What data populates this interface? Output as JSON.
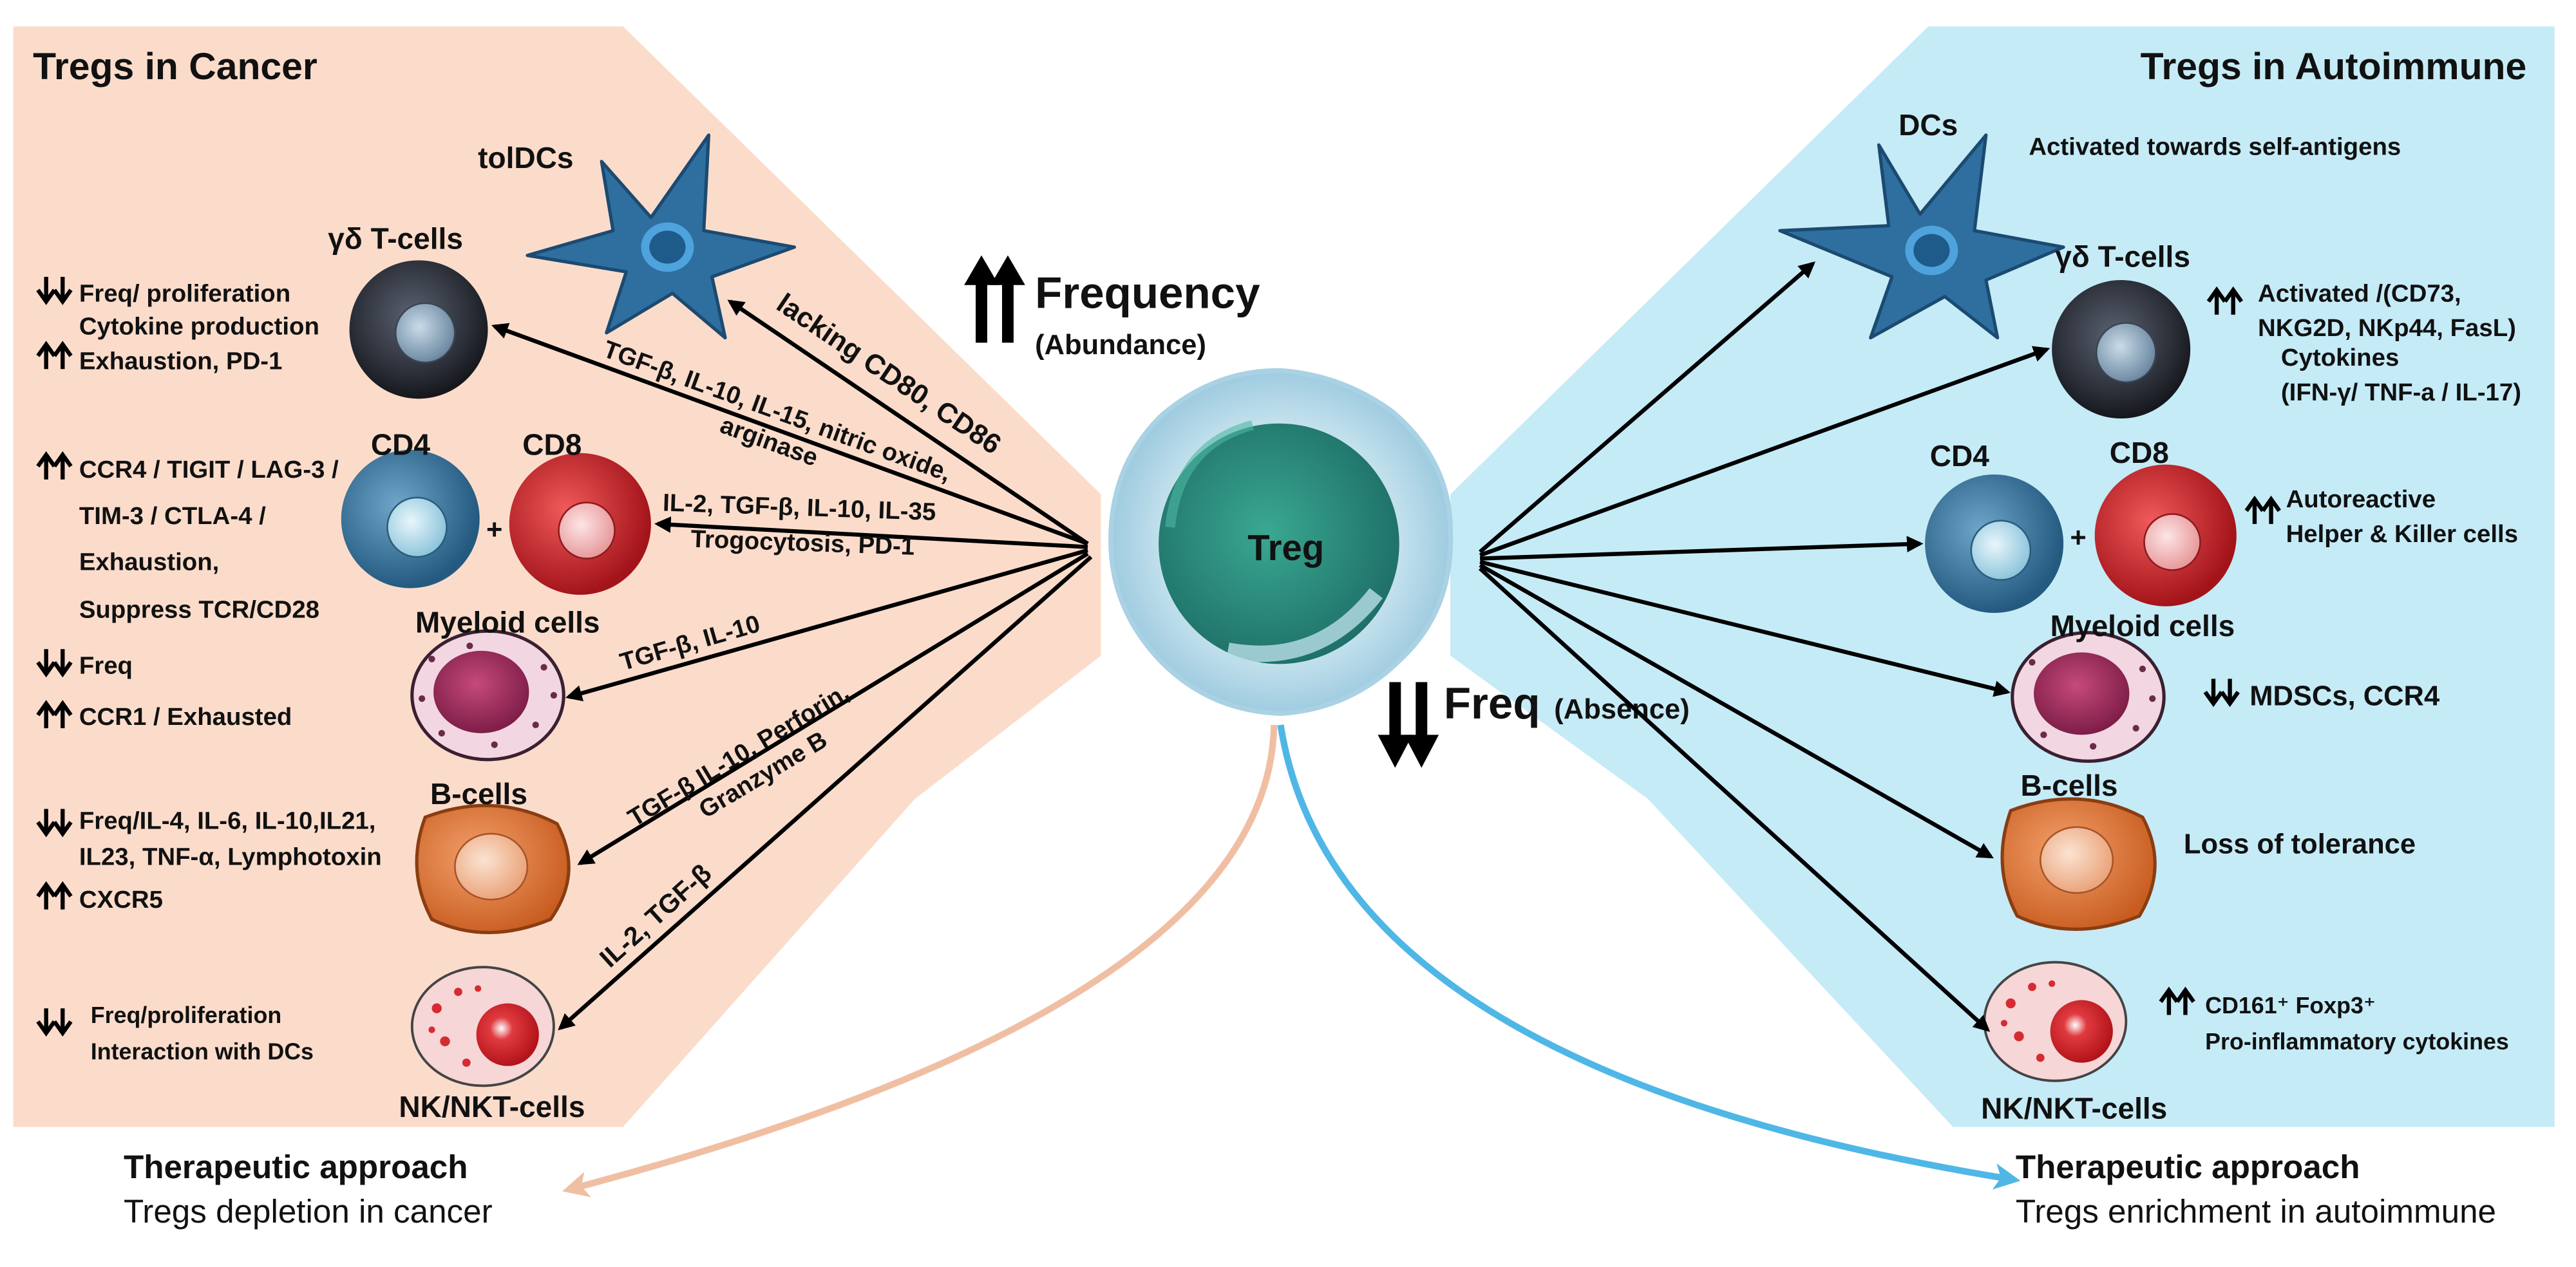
{
  "colors": {
    "cancer_panel": "#fbdccb",
    "autoimmune_panel": "#c5ebf7",
    "dc_blue": "#2e6fa0",
    "gd_dark": "#2b2f38",
    "cd4_blue": "#3a7ba6",
    "cd8_red": "#c81e24",
    "myeloid_pink": "#f2d7e2",
    "bcell_orange": "#dc7434",
    "nk_pink": "#f6d6d6",
    "treg_green": "#2d8f7c",
    "arrow_peach": "#f0bfa3",
    "arrow_blue": "#4fb7e6"
  },
  "left_panel": {
    "title": "Tregs in Cancer",
    "cells": {
      "toldcs": "tolDCs",
      "gd": "γδ T-cells",
      "cd4": "CD4",
      "cd8": "CD8",
      "plus": "+",
      "myeloid": "Myeloid cells",
      "bcells": "B-cells",
      "nk": "NK/NKT-cells"
    },
    "effects": {
      "gd_1": "Freq/ proliferation",
      "gd_2": "Cytokine production",
      "gd_3": "Exhaustion, PD-1",
      "cd_1": "CCR4 / TIGIT / LAG-3 /",
      "cd_2": "TIM-3 / CTLA-4 /",
      "cd_3": "Exhaustion,",
      "cd_4": "Suppress TCR/CD28",
      "my_1": "Freq",
      "my_2": "CCR1 / Exhausted",
      "b_1": "Freq/IL-4, IL-6, IL-10,IL21,",
      "b_2": "IL23, TNF-α, Lymphotoxin",
      "b_3": "CXCR5",
      "nk_1": "Freq/proliferation",
      "nk_2": "Interaction with DCs"
    },
    "arrow_labels": {
      "dc": "lacking CD80, CD86",
      "gd_1": "TGF-β, IL-10,  IL-15, nitric oxide,",
      "gd_2": "arginase",
      "cd_1": "IL-2, TGF-β, IL-10, IL-35",
      "cd_2": "Trogocytosis, PD-1",
      "my": "TGF-β, IL-10",
      "b_1": "TGF-β IL-10, Perforin,",
      "b_2": "Granzyme B",
      "nk": "IL-2, TGF-β"
    }
  },
  "center": {
    "treg": "Treg",
    "frequency": "Frequency",
    "abundance": "(Abundance)",
    "freq": "Freq",
    "absence": "(Absence)"
  },
  "right_panel": {
    "title": "Tregs in Autoimmune",
    "cells": {
      "dcs": "DCs",
      "gd": "γδ T-cells",
      "cd4": "CD4",
      "cd8": "CD8",
      "plus": "+",
      "myeloid": "Myeloid cells",
      "bcells": "B-cells",
      "nk": "NK/NKT-cells"
    },
    "effects": {
      "dc": "Activated towards self-antigens",
      "gd_1": "Activated /(CD73,",
      "gd_2": "NKG2D, NKp44, FasL)",
      "gd_3": "Cytokines",
      "gd_4": "(IFN-γ/ TNF-a / IL-17)",
      "cd_1": "Autoreactive",
      "cd_2": "Helper & Killer cells",
      "my": "MDSCs, CCR4",
      "b": "Loss of tolerance",
      "nk_1": "CD161⁺ Foxp3⁺",
      "nk_2": "Pro-inflammatory cytokines"
    }
  },
  "therapy": {
    "left_title": "Therapeutic approach",
    "left_text": "Tregs depletion in cancer",
    "right_title": "Therapeutic approach",
    "right_text": "Tregs enrichment in autoimmune"
  }
}
